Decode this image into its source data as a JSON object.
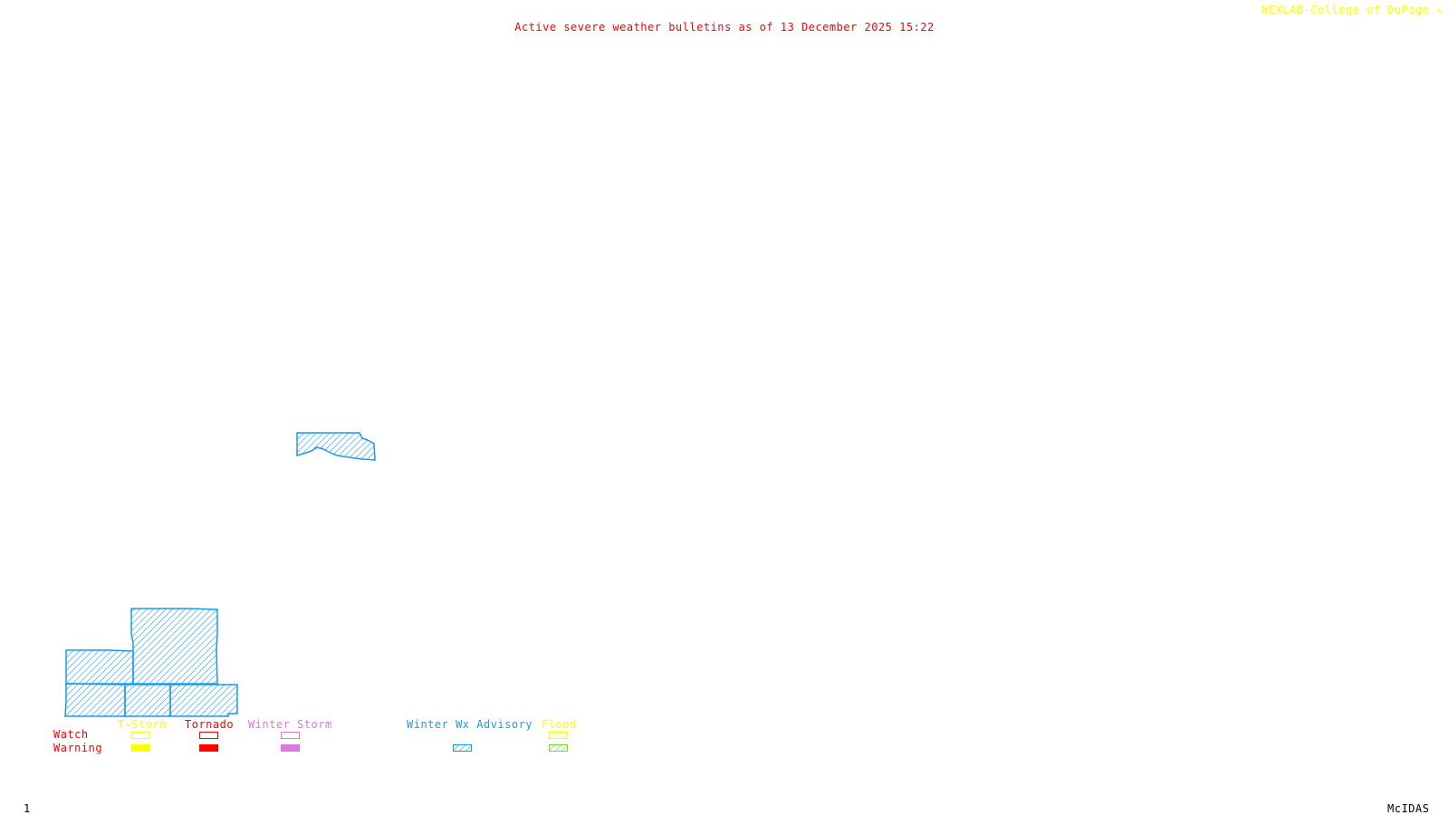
{
  "header": {
    "title": "Active severe weather bulletins as of 13 December 2025 15:22",
    "title_color": "#ff0000",
    "credit": "NEXLAB-College of DuPage",
    "credit_icon": "cursor-arrow-icon",
    "credit_color": "#ffff00"
  },
  "footer": {
    "frame_number": "1",
    "software": "McIDAS"
  },
  "map": {
    "advisory_color": "#1e9be6",
    "regions": [
      {
        "name": "winter-wx-advisory-area-north",
        "type": "Winter Wx Advisory"
      },
      {
        "name": "winter-wx-advisory-area-southwest-1",
        "type": "Winter Wx Advisory"
      },
      {
        "name": "winter-wx-advisory-area-southwest-2",
        "type": "Winter Wx Advisory"
      },
      {
        "name": "winter-wx-advisory-area-southwest-3",
        "type": "Winter Wx Advisory"
      },
      {
        "name": "winter-wx-advisory-area-southwest-4",
        "type": "Winter Wx Advisory"
      },
      {
        "name": "winter-wx-advisory-area-southwest-5",
        "type": "Winter Wx Advisory"
      }
    ]
  },
  "legend": {
    "row_labels": {
      "watch": "Watch",
      "warning": "Warning"
    },
    "row_label_color": "#ff0000",
    "categories": [
      {
        "label": "T-Storm",
        "color": "#ffff00",
        "watch": "outline",
        "warning": "filled"
      },
      {
        "label": "Tornado",
        "color": "#ff0000",
        "watch": "outline",
        "warning": "filled"
      },
      {
        "label": "Winter Storm",
        "color": "#dd77dd",
        "watch": "outline",
        "warning": "filled"
      },
      {
        "label": "Winter Wx Advisory",
        "color": "#1e9be6",
        "watch": "none",
        "warning": "hatched"
      },
      {
        "label": "Flood",
        "color": "#ffff00",
        "watch": "hatched",
        "warning": "hatched",
        "warning_color": "#77dd22"
      }
    ]
  }
}
